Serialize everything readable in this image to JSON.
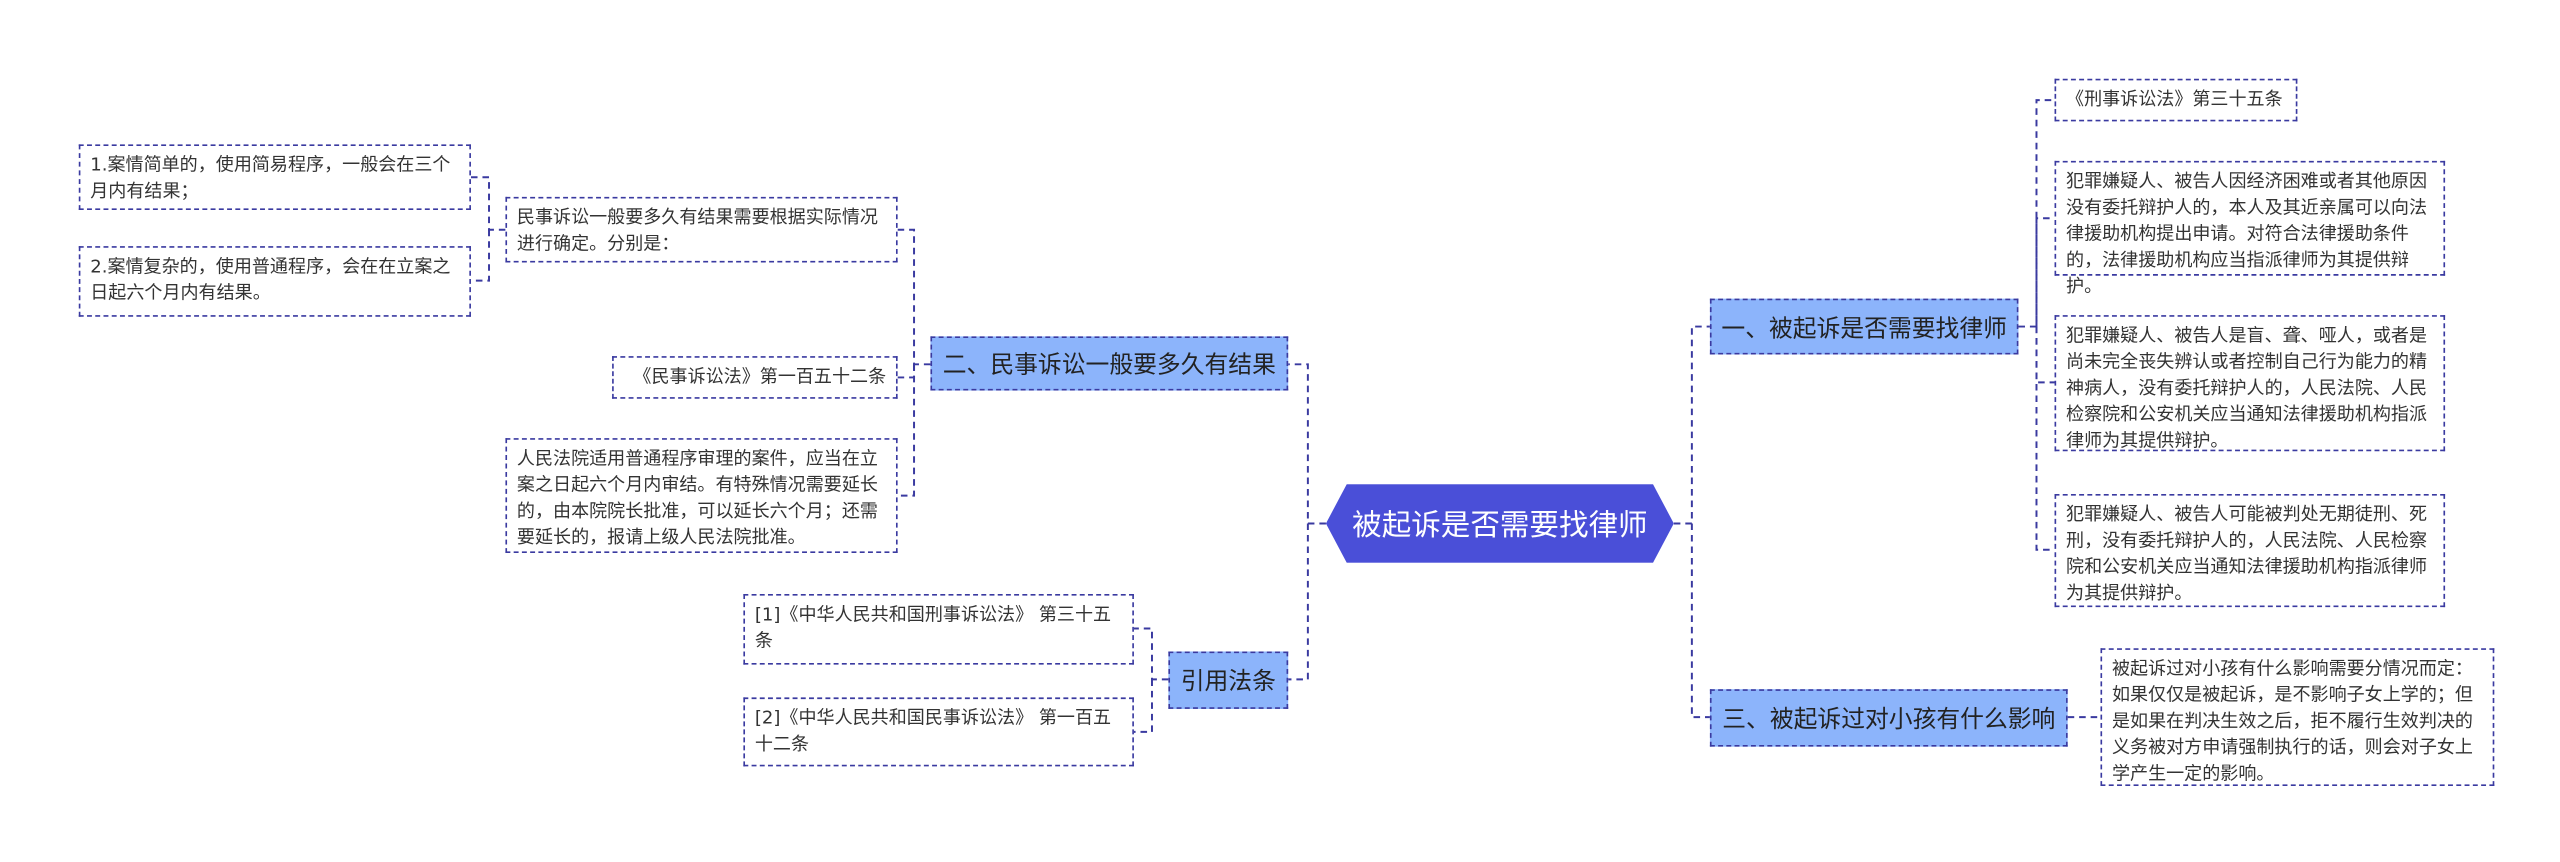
{
  "root": "被起诉是否需要找律师",
  "left": {
    "topic2": {
      "label": "二、民事诉讼一般要多久有结果",
      "intro": "民事诉讼一般要多久有结果需要根据实际情况进行确定。分别是：",
      "sub1": "1.案情简单的，使用简易程序，一般会在三个月内有结果；",
      "sub2": "2.案情复杂的，使用普通程序，会在在立案之日起六个月内有结果。",
      "law": "《民事诉讼法》第一百五十二条",
      "law_text": "人民法院适用普通程序审理的案件，应当在立案之日起六个月内审结。有特殊情况需要延长的，由本院院长批准，可以延长六个月；还需要延长的，报请上级人民法院批准。"
    },
    "refs": {
      "label": "引用法条",
      "items": [
        "[1]《中华人民共和国刑事诉讼法》 第三十五条",
        "[2]《中华人民共和国民事诉讼法》 第一百五十二条"
      ]
    }
  },
  "right": {
    "topic1": {
      "label": "一、被起诉是否需要找律师",
      "items": [
        "《刑事诉讼法》第三十五条",
        "犯罪嫌疑人、被告人因经济困难或者其他原因没有委托辩护人的，本人及其近亲属可以向法律援助机构提出申请。对符合法律援助条件的，法律援助机构应当指派律师为其提供辩护。",
        "犯罪嫌疑人、被告人是盲、聋、哑人，或者是尚未完全丧失辨认或者控制自己行为能力的精神病人，没有委托辩护人的，人民法院、人民检察院和公安机关应当通知法律援助机构指派律师为其提供辩护。",
        "犯罪嫌疑人、被告人可能被判处无期徒刑、死刑，没有委托辩护人的，人民法院、人民检察院和公安机关应当通知法律援助机构指派律师为其提供辩护。"
      ]
    },
    "topic3": {
      "label": "三、被起诉过对小孩有什么影响",
      "text": "被起诉过对小孩有什么影响需要分情况而定：如果仅仅是被起诉，是不影响子女上学的；但是如果在判决生效之后，拒不履行生效判决的义务被对方申请强制执行的话，则会对子女上学产生一定的影响。"
    }
  },
  "colors": {
    "root": "#4a4fd8",
    "topic": "#8cb4fb",
    "border": "#3a3aa0"
  }
}
